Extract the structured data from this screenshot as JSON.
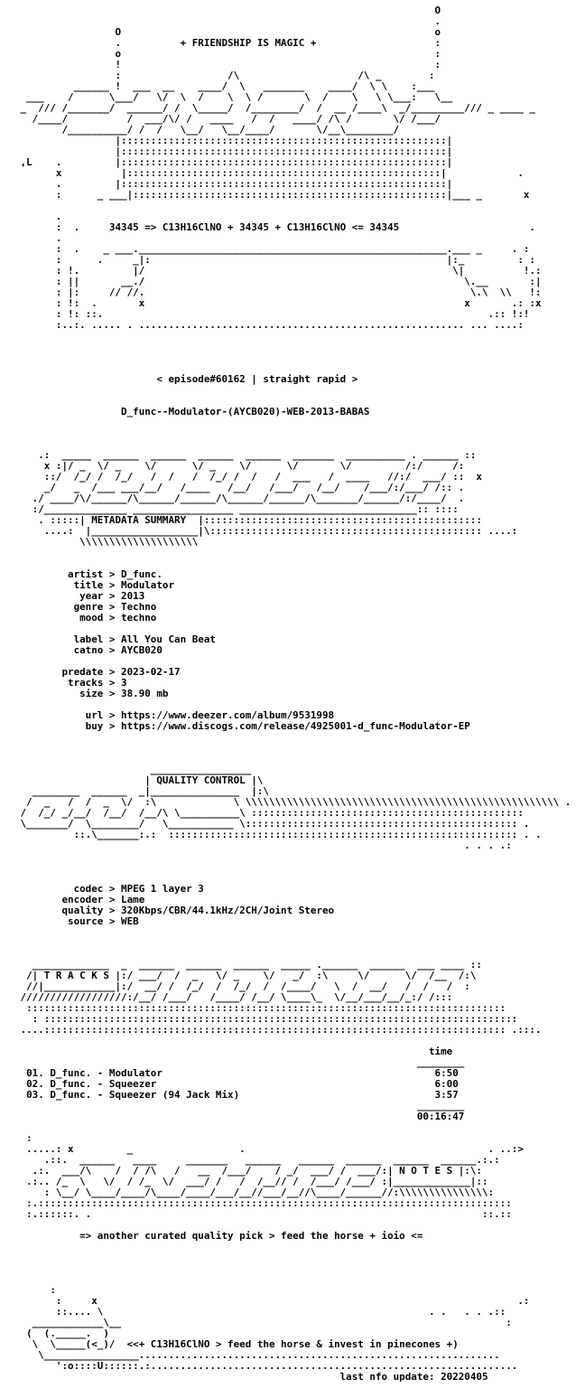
{
  "nfo": {
    "lines": [
      "                                                                       O",
      "                                                                       .",
      "                 O                                                     o",
      "                 .          + FRIENDSHIP IS MAGIC +                    :",
      "                 o                                                     :",
      "                 !                                                     :",
      "                 :                  /\\                    /\\ _        :",
      "          ______ !  ___  __    ____/  \\   _______    ____/  \\ \\    :___",
      "  ___    /      \\___/   \\/  \\  /    \\  \\ /       \\  /    \\   \\ \\___:   \\__",
      " _  /// /_______/  ______/ /  \\_____/  /________/  /  __ /____\\  _/_________/// _ ____ _",
      "   /____/          /  ___/\\/ /   ____   /  /   ____/ /\\ /       \\/ /___/",
      "        /__________/ /  /   \\__/   \\__/____/       \\/__\\________/",
      "                 |:::::::::::::::::::::::::::::::::::::::::::::::::::::::|",
      "                 |:::::::::::::::::::::::::::::::::::::::::::::::::::::::|",
      " ,L    .         |:::::::::::::::::::::::::::::::::::::::::::::::::::::::|",
      "       x          |:::::::::::::::::::::::::::::::::::::::::::::::::::::|            .",
      "       .         |:::::::::::::::::::::::::::::::::::::::::::::::::::::::|",
      "       :      _ ___|:::::::::::::::::::::::::::::::::::::::::::::::::::::|___ _       x",
      "",
      "       .",
      "       :  .     34345 => C13H16ClNO + 34345 + C13H16ClNO <= 34345                      .",
      "       .",
      "       :  .    _ ___.____________________________________________________.___ _     . :",
      "       :      .     _|:                                                  |:_         : :",
      "       : !.         |/                                                    \\|          !.:",
      "       : ||       __./                                                      \\.__       :|",
      "       : |:     // //.                                                       \\.\\  \\\\   !:",
      "       : !:  .       x                                                      x       .: :x",
      "       : !: ::.                                                                 .:: !:!",
      "       :..:. ..... . ....................................................... ... ....:",
      "",
      "",
      "",
      "",
      "                        < episode#60162 | straight rapid >",
      "",
      "",
      "                  D_func--Modulator-(AYCB020)-WEB-2013-BABAS",
      "",
      "",
      "",
      "    .:  _____  ______  ______  ______  ______  _______  __________ . ______ ::",
      "     x :|/ _  \\/ _    \\/      \\/ _    \\/      \\/       \\/         /:/     /:",
      "     ::/  /_/ /  /_/   /  /   /  /_/ /  /   /  ___   /  ____   //:/  ___/ ::  x",
      "     _/   _  /___ ___/__/   /____   /__/   /___/   /__/    /___/:/___/ /:: .",
      "   ./ ____/\\/______/\\______/______/\\______/______/\\_______/______/:/____/  .",
      "   :/______________ _________________ ______________________________:: ::::",
      "    . :::::| METADATA SUMMARY  |:::::::::::::::::::::::::::::::::::::::::::::::",
      "     ....:  |__________________|\\:::::::::::::::::::::::::::::::::::::::::::::: ....:",
      "           \\\\\\\\\\\\\\\\\\\\\\\\\\\\\\\\\\\\\\\\",
      "",
      "",
      "         artist > D_func.",
      "          title > Modulator",
      "           year > 2013",
      "          genre > Techno",
      "           mood > techno",
      "",
      "          label > All You Can Beat",
      "          catno > AYCB020",
      "",
      "        predate > 2023-02-17",
      "         tracks > 3",
      "           size > 38.90 mb",
      "",
      "            url > https://www.deezer.com/album/9531998",
      "            buy > https://www.discogs.com/release/4925001-d_func-Modulator-EP",
      "",
      "",
      "",
      "                       _________________ ",
      "                      | QUALITY CONTROL |\\",
      "   ________  ______  _|_______________  |:\\",
      "  /  _   /  /  _  \\/  :\\             \\ \\\\\\\\\\\\\\\\\\\\\\\\\\\\\\\\\\\\\\\\\\\\\\\\\\\\\\\\\\\\\\\\\\\\\\\\\\\\\\\\\\\\\\\\\\\\\\\\\\\\\\\\\\ .",
      " /  /_/ _/__/  /__/  /__/\\ \\__________\\ ::::::::::::::::::::::::::::::::::::::::::::::",
      " \\_______/  \\________/   \\___________ \\:::::::::::::::::::::::::::::::::::::::::::::: .",
      "          ::.\\_______:.:  ::::::::::::::::::::::::::::::::::::::::::::::::::::::::::: . .",
      "                                                                            . . . .:",
      "",
      "",
      "",
      "          codec > MPEG 1 layer 3",
      "        encoder > Lame",
      "        quality > 320Kbps/CBR/44.1kHz/2CH/Joint Stereo",
      "         source > WEB",
      "",
      "",
      "",
      "   _____________  _  ______  ______  ______  _____ .______  ______  ___ ____ ::",
      "  /| T R A C K S |:/ ___/  /  _   \\/ _    \\/   _/  :\\     \\/      \\/  /__  /:\\",
      "  //|____________|:/  __/ /  /_/  /  /_/  /  /____/   \\  /  __/   /  /   /  :",
      " //////////////////:/__/ /___/   /____/ /__/ \\____\\_  \\/__/___/__/_:/ /:::",
      "  :::::::::::::::::::::::::::::::::::::::::::::::::::::::::::::::::::::::::::::::::",
      "   : ::::::::::::::::::::::::::::::::::::::::::::::::::::::::::::::::::::::::::::::::",
      " ....:::::::::::::::::::::::::::::::::::::::::::::::::::::::::::::::::::::::::::::: .:::.",
      "",
      "                                                                      time",
      "                                                                    ________",
      "  01. D_func. - Modulator                                              6:50",
      "  02. D_func. - Squeezer                                               6:00",
      "  03. D_func. - Squeezer (94 Jack Mix)                                 3:57",
      "                                                                    ________",
      "                                                                    00:16:47",
      "",
      "  :",
      "  .....: x         _                  .                                         . ..:>",
      "     .::.  ______   ____     _______   ______   ______  ______  ______  ______.:.:",
      "   .:.  ___/\\    /  / /\\   /   __  /___/    / _/  ___/ /  ___/:| N O T E S |:\\:",
      "  .:.. /_  \\   \\/  / /_  \\/  ___/ /   /  /__// /  /___/ /___/ :|_____________|::",
      "     : \\__/ \\____/____/\\____/____/___/__//___/__//\\____/______//:\\\\\\\\\\\\\\\\\\\\\\\\\\\\\\:",
      "  :.::::::::::::::::::::::::::::::::::::::::::::::::::::::::::::::::::::::::::::::::",
      "  :.::::::. .                                                                  ::.::",
      "",
      "           => another curated quality pick > feed the horse + ioio <=",
      "",
      "",
      "",
      "",
      "      :",
      "       :     x                                                                       .:",
      "       ::.... \\                                                       . .   . . .::",
      "   ____________\\__                                                                 :",
      "  (  (._____.  )",
      "   \\  \\_____(<_)/  <<+ C13H16ClNO > feed the horse & invest in pinecones +)",
      "    \\________________.............................................................",
      "       ':o::::U::::::.:..............................................................",
      "                                                       last nfo update: 20220405"
    ]
  }
}
